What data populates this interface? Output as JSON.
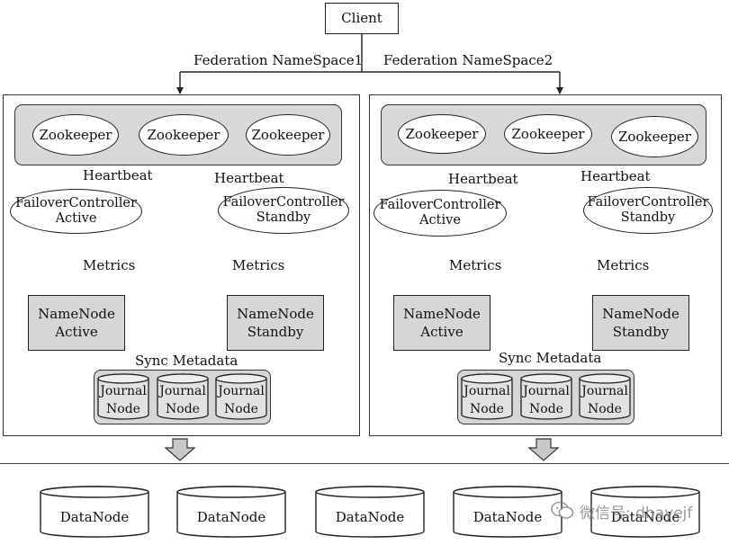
{
  "client": "Client",
  "namespaces": [
    {
      "label": "Federation NameSpace1",
      "zookeepers": [
        "Zookeeper",
        "Zookeeper",
        "Zookeeper"
      ],
      "heartbeat": "Heartbeat",
      "fc_active": [
        "FailoverController",
        "Active"
      ],
      "fc_standby": [
        "FailoverController",
        "Standby"
      ],
      "metrics": "Metrics",
      "nn_active": [
        "NameNode",
        "Active"
      ],
      "nn_standby": [
        "NameNode",
        "Standby"
      ],
      "sync": "Sync Metadata",
      "journal": [
        "Journal",
        "Node"
      ]
    },
    {
      "label": "Federation NameSpace2",
      "zookeepers": [
        "Zookeeper",
        "Zookeeper",
        "Zookeeper"
      ],
      "heartbeat": "Heartbeat",
      "fc_active": [
        "FailoverController",
        "Active"
      ],
      "fc_standby": [
        "FailoverController",
        "Standby"
      ],
      "metrics": "Metrics",
      "nn_active": [
        "NameNode",
        "Active"
      ],
      "nn_standby": [
        "NameNode",
        "Standby"
      ],
      "sync": "Sync Metadata",
      "journal": [
        "Journal",
        "Node"
      ]
    }
  ],
  "datanodes": [
    "DataNode",
    "DataNode",
    "DataNode",
    "DataNode",
    "DataNode"
  ],
  "watermark": "微信号: dbayejf"
}
